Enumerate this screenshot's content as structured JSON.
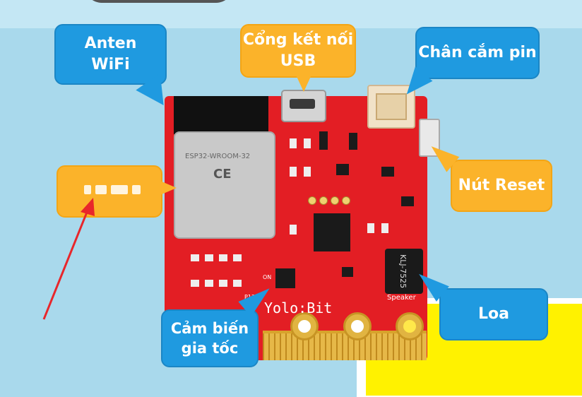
{
  "callouts": {
    "anten_wifi": "Anten\nWiFi",
    "usb": "Cổng kết nối\nUSB",
    "pin": "Chân cắm pin",
    "reset": "Nút Reset",
    "loa": "Loa",
    "gia_toc": "Cảm biến\ngia tốc"
  },
  "board": {
    "name": "Yolo:Bit",
    "esp_label": "ESP32-WROOM-32",
    "speaker_model": "KLJ-7525",
    "speaker_label": "Speaker",
    "on_label": "ON",
    "pin_label": "P13",
    "ec_mark": "CE"
  },
  "colors": {
    "bg": "#a9d9ec",
    "callout_blue": "#1f9ae0",
    "callout_orange": "#fbb32a",
    "board_red": "#e31e24",
    "arrow_red": "#e8262b"
  }
}
